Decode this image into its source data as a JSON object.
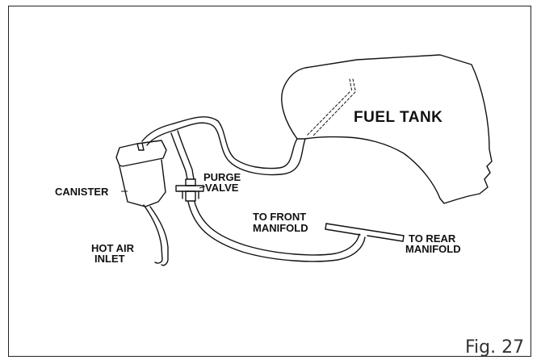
{
  "labels": {
    "fuel_tank": "FUEL TANK",
    "canister": "CANISTER",
    "purge_valve_line1": "PURGE",
    "purge_valve_line2": "VALVE",
    "hot_air_line1": "HOT AIR",
    "hot_air_line2": "INLET",
    "front_manifold_line1": "TO FRONT",
    "front_manifold_line2": "MANIFOLD",
    "rear_manifold_line1": "TO REAR",
    "rear_manifold_line2": "MANIFOLD"
  },
  "figure_caption": "Fig. 27"
}
